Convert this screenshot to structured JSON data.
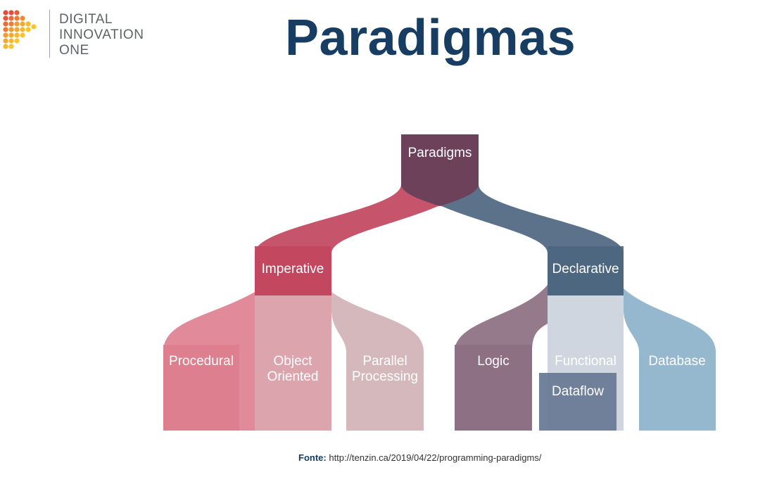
{
  "header": {
    "logo_lines": [
      "DIGITAL",
      "INNOVATION",
      "ONE"
    ],
    "title": "Paradigmas"
  },
  "diagram": {
    "root": "Paradigms",
    "branches": {
      "imperative": "Imperative",
      "declarative": "Declarative"
    },
    "leaves": {
      "procedural": "Procedural",
      "object_oriented": [
        "Object",
        "Oriented"
      ],
      "parallel_processing": [
        "Parallel",
        "Processing"
      ],
      "logic": "Logic",
      "functional": "Functional",
      "dataflow": "Dataflow",
      "database": "Database"
    },
    "colors": {
      "imperative": "#c1465e",
      "declarative": "#4d6680",
      "procedural": "#de7d8e",
      "object_oriented": "#d6949f",
      "parallel_processing": "#cdabb0",
      "logic": "#8c6f82",
      "functional": "#c7cfd9",
      "dataflow": "#6b7b96",
      "database": "#8fb4cc",
      "root": "#6d4159"
    }
  },
  "footer": {
    "source_label": "Fonte:",
    "source_url": "http://tenzin.ca/2019/04/22/programming-paradigms/"
  }
}
